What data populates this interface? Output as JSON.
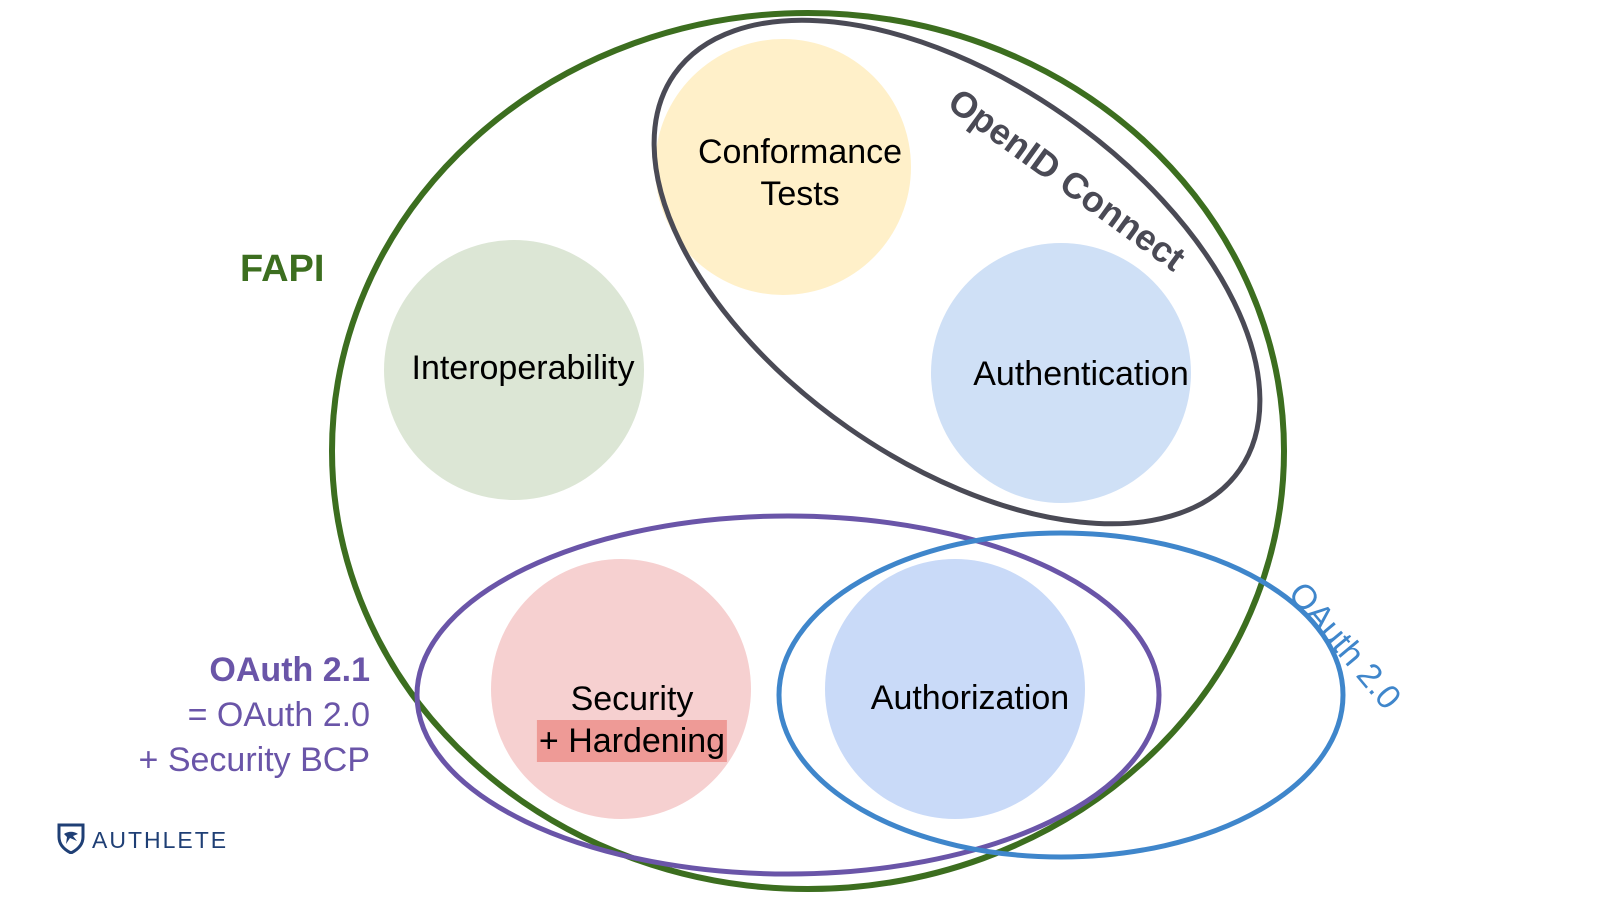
{
  "colors": {
    "fapi": "#3c6e1f",
    "openid": "#4a4a55",
    "oauth20": "#3f86cb",
    "oauth21": "#6a55a8",
    "conformance_fill": "#fff0c9",
    "interop_fill": "#dce6d5",
    "authentication_fill": "#cfe0f6",
    "security_fill": "#f6d0d0",
    "hardening_highlight": "#ee9a96",
    "authorization_fill": "#c9daf8",
    "brand": "#1f3f75"
  },
  "groups": {
    "fapi": "FAPI",
    "openid_connect": "OpenID Connect",
    "oauth20": "OAuth 2.0",
    "oauth21": {
      "line1": "OAuth 2.1",
      "line2": "= OAuth 2.0",
      "line3": "+ Security BCP"
    }
  },
  "circles": {
    "conformance": {
      "line1": "Conformance",
      "line2": "Tests"
    },
    "interoperability": "Interoperability",
    "authentication": "Authentication",
    "security": {
      "line1": "Security",
      "line2": "+ Hardening"
    },
    "authorization": "Authorization"
  },
  "brand": {
    "name": "AUTHLETE",
    "icon": "authlete-logo-icon"
  }
}
